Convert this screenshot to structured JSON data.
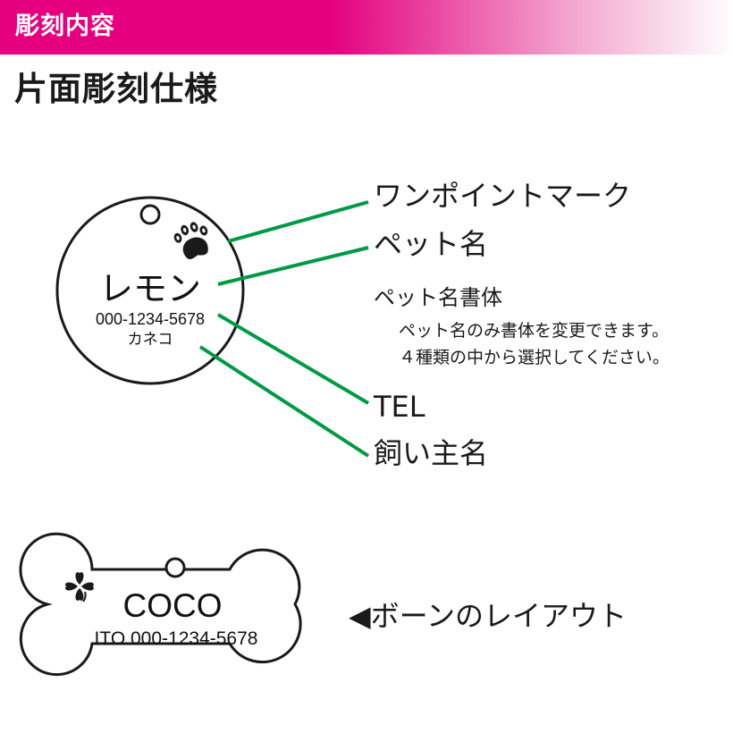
{
  "header": {
    "title": "彫刻内容"
  },
  "section": {
    "title": "片面彫刻仕様"
  },
  "round_tag": {
    "pet_name": "レモン",
    "tel": "000-1234-5678",
    "owner": "カネコ",
    "mark_icon": "paw-print-icon"
  },
  "callouts": {
    "one_point_mark": "ワンポイントマーク",
    "pet_name": "ペット名",
    "font_title": "ペット名書体",
    "font_note_1": "ペット名のみ書体を変更できます。",
    "font_note_2": "４種類の中から選択してください。",
    "tel": "TEL",
    "owner": "飼い主名"
  },
  "bone_tag": {
    "pet_name": "COCO",
    "line": "ITO 000-1234-5678",
    "mark_icon": "clover-icon",
    "caption": "◀ボーンのレイアウト"
  },
  "colors": {
    "header_accent": "#e4007f",
    "leader_line": "#009944",
    "outline": "#1a1a1a"
  }
}
